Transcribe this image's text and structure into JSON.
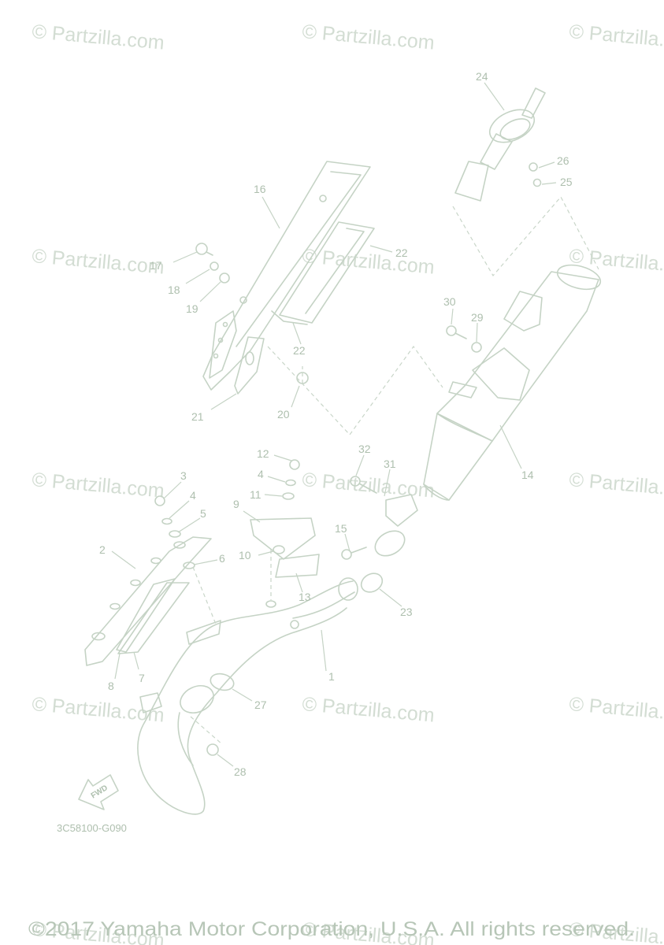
{
  "watermark": "© Partzilla.com",
  "drawing_code": "3C58100-G090",
  "copyright": "©2017 Yamaha Motor Corporation, U.S.A. All rights reserved.",
  "direction_arrow_label": "FWD",
  "callouts": [
    "1",
    "2",
    "3",
    "4",
    "5",
    "6",
    "7",
    "8",
    "9",
    "10",
    "11",
    "12",
    "13",
    "14",
    "15",
    "16",
    "17",
    "18",
    "19",
    "20",
    "21",
    "22",
    "23",
    "24",
    "25",
    "26",
    "27",
    "28",
    "29",
    "30",
    "31",
    "32"
  ]
}
